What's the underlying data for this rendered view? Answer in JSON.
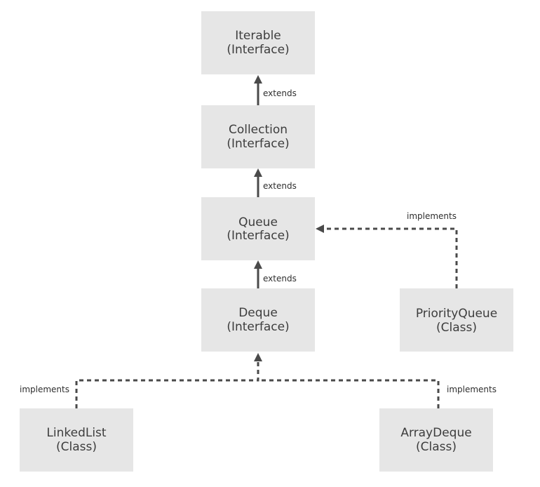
{
  "nodes": {
    "iterable": {
      "name": "Iterable",
      "kind": "(Interface)"
    },
    "collection": {
      "name": "Collection",
      "kind": "(Interface)"
    },
    "queue": {
      "name": "Queue",
      "kind": "(Interface)"
    },
    "deque": {
      "name": "Deque",
      "kind": "(Interface)"
    },
    "priorityqueue": {
      "name": "PriorityQueue",
      "kind": "(Class)"
    },
    "linkedlist": {
      "name": "LinkedList",
      "kind": "(Class)"
    },
    "arraydeque": {
      "name": "ArrayDeque",
      "kind": "(Class)"
    }
  },
  "edges": {
    "collection_extends_iterable": "extends",
    "queue_extends_collection": "extends",
    "deque_extends_queue": "extends",
    "priorityqueue_implements_queue": "implements",
    "linkedlist_implements_deque": "implements",
    "arraydeque_implements_deque": "implements"
  },
  "colors": {
    "node_fill": "#e6e6e6",
    "edge": "#4a4a4a",
    "text": "#3d3d3d"
  }
}
